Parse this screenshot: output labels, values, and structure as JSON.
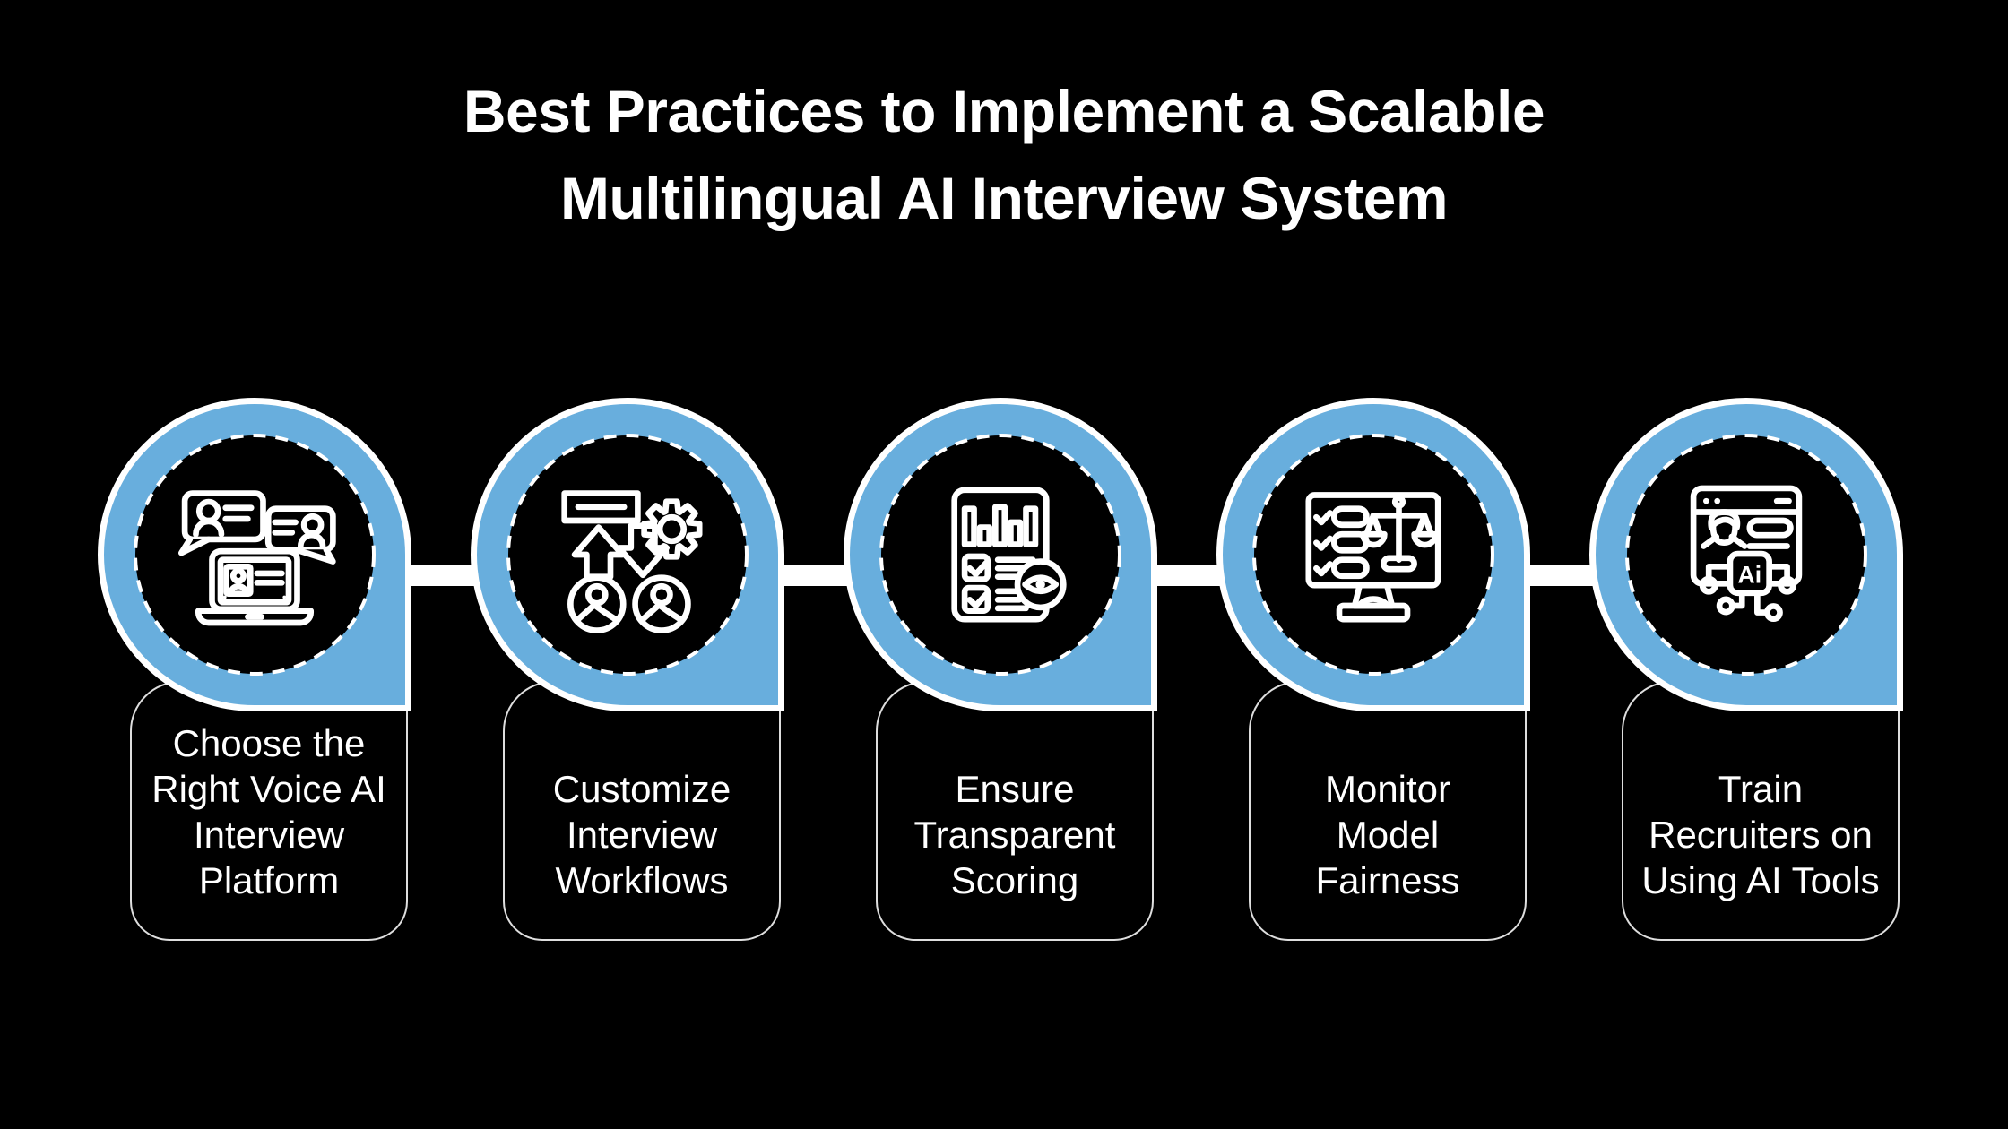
{
  "title": {
    "line1": "Best Practices to Implement a Scalable",
    "line2": "Multilingual AI Interview System"
  },
  "colors": {
    "background": "#000000",
    "accent_blue": "#68aedd",
    "badge_outline": "#ffffff",
    "card_border": "#dedede",
    "text": "#ffffff"
  },
  "steps": [
    {
      "label": "Choose the\nRight Voice AI\nInterview\nPlatform",
      "icon": "voice-ai-interview-platform-icon"
    },
    {
      "label": "Customize\nInterview\nWorkflows",
      "icon": "interview-workflow-gear-icon"
    },
    {
      "label": "Ensure\nTransparent\nScoring",
      "icon": "scorecard-eye-icon"
    },
    {
      "label": "Monitor\nModel\nFairness",
      "icon": "fairness-scale-monitor-icon"
    },
    {
      "label": "Train\nRecruiters on\nUsing AI Tools",
      "icon": "ai-chip-browser-icon"
    }
  ],
  "ai_chip_label": "Ai"
}
